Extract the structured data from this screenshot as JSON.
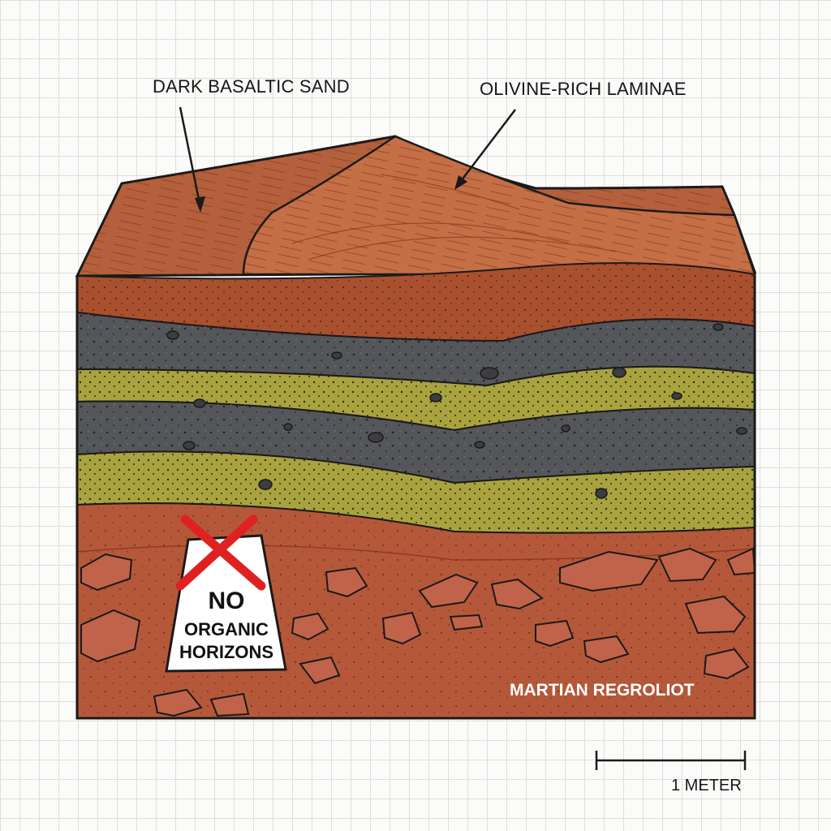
{
  "labels": {
    "dark_basaltic_sand": "DARK BASALTIC SAND",
    "olivine_rich_laminae": "OLIVINE-RICH LAMINAE",
    "martian_regolith": "MARTIAN REGROLIOT"
  },
  "sign": {
    "line1": "NO",
    "line2": "ORGANIC",
    "line3": "HORIZONS"
  },
  "scale_bar": {
    "label": "1 METER"
  },
  "colors": {
    "dune_surface": "#b4603c",
    "red_layer": "#a9502f",
    "basalt_layer": "#55565a",
    "olivine_layer": "#a8a33f",
    "regolith": "#b5583a",
    "outline": "#1a1a1a",
    "cross": "#e02121"
  }
}
